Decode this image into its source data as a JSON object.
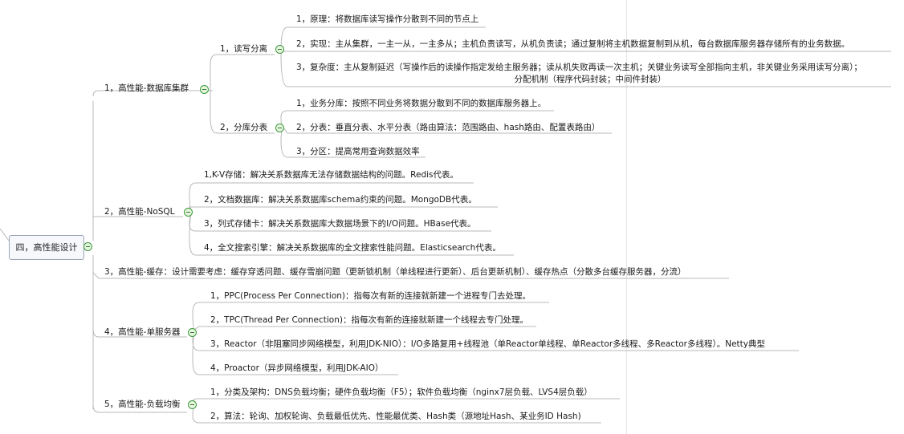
{
  "root": {
    "label": "四，高性能设计"
  },
  "branches": {
    "db_cluster": {
      "label": "1，高性能-数据库集群",
      "rw": {
        "label": "1，读写分离",
        "items": [
          "1，原理：将数据库读写操作分散到不同的节点上",
          "2，实现：主从集群，一主一从，一主多从；主机负责读写，从机负责读；通过复制将主机数据复制到从机，每台数据库服务器存储所有的业务数据。",
          "3，复杂度：主从复制延迟（写操作后的读操作指定发给主服务器；读从机失败再读一次主机；关键业务读写全部指向主机，非关键业务采用读写分离）；",
          "分配机制（程序代码封装；中间件封装）"
        ]
      },
      "shard": {
        "label": "2，分库分表",
        "items": [
          "1，业务分库：按照不同业务将数据分散到不同的数据库服务器上。",
          "2，分表：垂直分表、水平分表（路由算法：范围路由、hash路由、配置表路由）",
          "3，分区：提高常用查询数据效率"
        ]
      }
    },
    "nosql": {
      "label": "2，高性能-NoSQL",
      "items": [
        "1,K-V存储：解决关系数据库无法存储数据结构的问题。Redis代表。",
        "2，文档数据库：解决关系数据库schema约束的问题。MongoDB代表。",
        "3，列式存储卡：解决关系数据库大数据场景下的I/O问题。HBase代表。",
        "4，全文搜索引擎：解决关系数据库的全文搜索性能问题。Elasticsearch代表。"
      ]
    },
    "cache": {
      "label": "3，高性能-缓存：设计需要考虑：缓存穿透问题、缓存雪崩问题（更新锁机制（单线程进行更新）、后台更新机制）、缓存热点（分散多台缓存服务器，分流）"
    },
    "single": {
      "label": "4，高性能-单服务器",
      "items": [
        "1，PPC(Process Per Connection)：指每次有新的连接就新建一个进程专门去处理。",
        "2，TPC(Thread Per Connection)：指每次有新的连接就新建一个线程去专门处理。",
        "3，Reactor（非阻塞同步网络模型，利用JDK-NIO）：I/O多路复用+线程池（单Reactor单线程、单Reactor多线程、多Reactor多线程）。Netty典型",
        "4，Proactor（异步网络模型，利用JDK-AIO）"
      ]
    },
    "lb": {
      "label": "5，高性能-负载均衡",
      "items": [
        "1，分类及架构：DNS负载均衡；硬件负载均衡（F5）；软件负载均衡（nginx7层负载、LVS4层负载）",
        "2，算法：轮询、加权轮询、负载最低优先、性能最优类、Hash类（源地址Hash、某业务ID Hash)"
      ]
    }
  }
}
